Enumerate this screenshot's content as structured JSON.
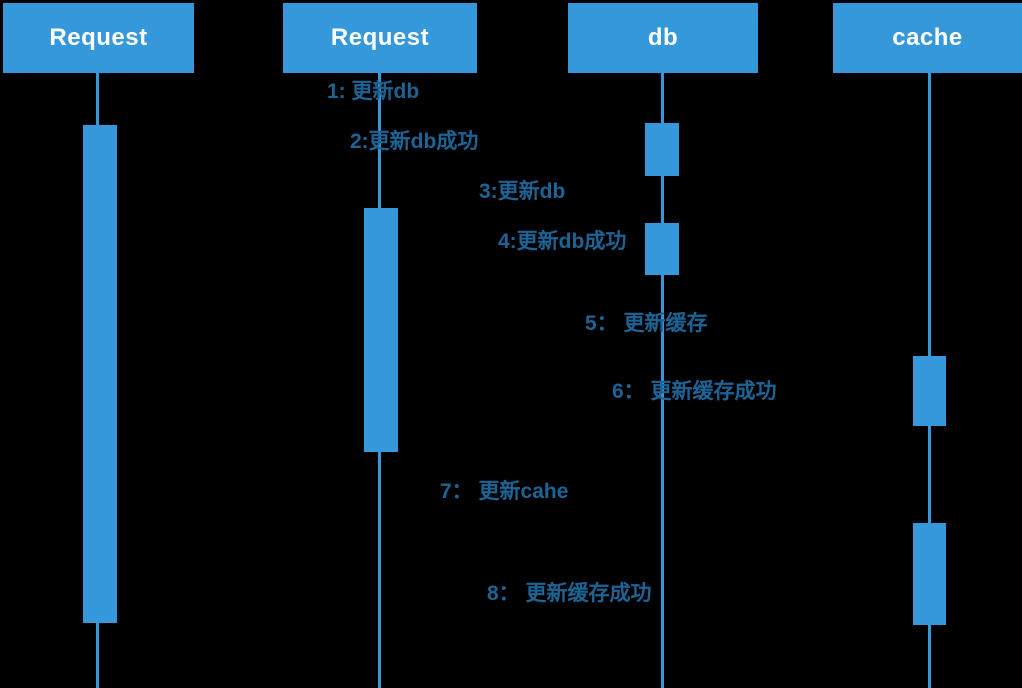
{
  "diagram": {
    "type": "uml-sequence-diagram",
    "colors": {
      "background": "#000000",
      "accent": "#3498db",
      "head_text": "#ffffff",
      "message_text": "#1d6496"
    },
    "lifelines": [
      {
        "name": "Request"
      },
      {
        "name": "Request"
      },
      {
        "name": "db"
      },
      {
        "name": "cache"
      }
    ],
    "activations": [
      {
        "lifeline": 0,
        "note": "long activation on first Request"
      },
      {
        "lifeline": 1,
        "note": "activation on second Request"
      },
      {
        "lifeline": 2,
        "note": "first db activation"
      },
      {
        "lifeline": 2,
        "note": "second db activation"
      },
      {
        "lifeline": 3,
        "note": "first cache activation"
      },
      {
        "lifeline": 3,
        "note": "second cache activation"
      }
    ],
    "messages": [
      {
        "order": 1,
        "text": "1: 更新db"
      },
      {
        "order": 2,
        "text": "2:更新db成功"
      },
      {
        "order": 3,
        "text": "3:更新db"
      },
      {
        "order": 4,
        "text": "4:更新db成功"
      },
      {
        "order": 5,
        "text": "5： 更新缓存"
      },
      {
        "order": 6,
        "text": "6： 更新缓存成功"
      },
      {
        "order": 7,
        "text": "7： 更新cahe"
      },
      {
        "order": 8,
        "text": "8： 更新缓存成功"
      }
    ]
  }
}
